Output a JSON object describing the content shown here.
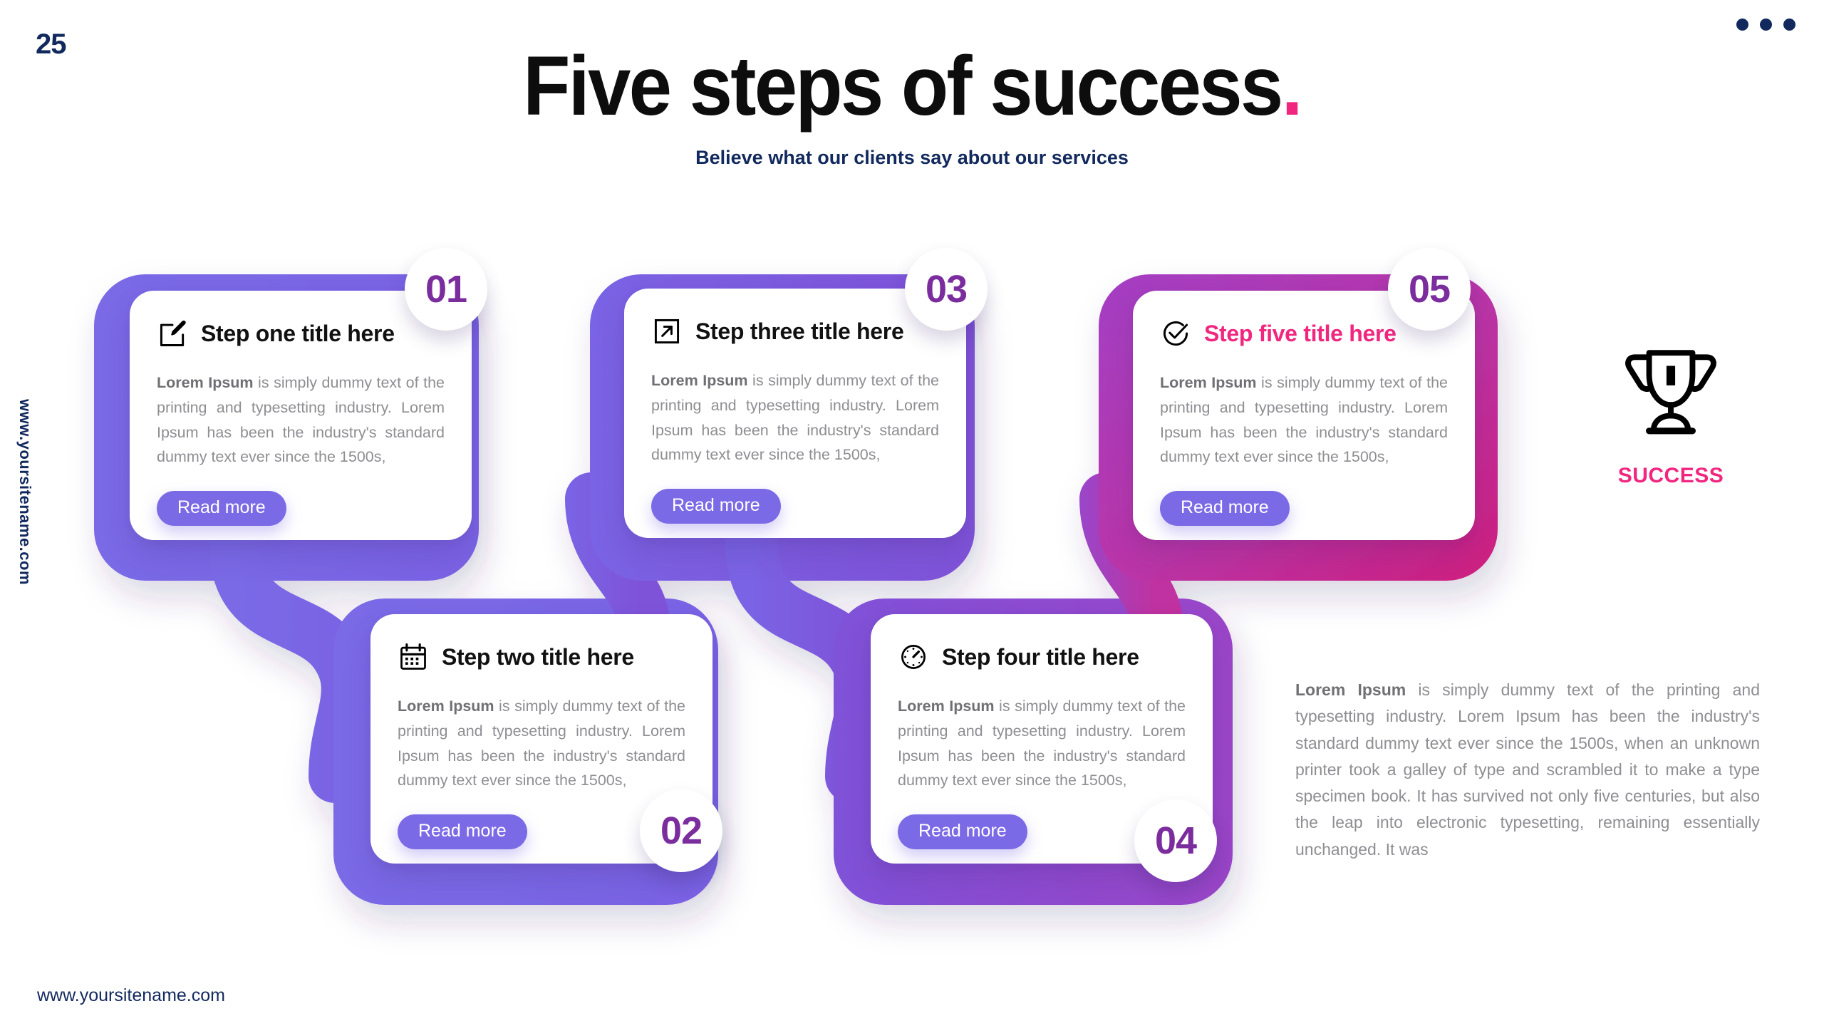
{
  "slide": {
    "page_number": "25",
    "title": "Five steps of success",
    "title_accent": ".",
    "subtitle": "Believe what our clients say about our services",
    "vertical_url": "www.yoursitename.com",
    "footer_url": "www.yoursitename.com",
    "accent_pink": "#f0267f",
    "accent_purple": "#7a6ae6",
    "badge_purple": "#7b2d9e",
    "navy": "#12295e"
  },
  "steps": [
    {
      "number": "01",
      "icon": "edit-square-icon",
      "title": "Step one title here",
      "body_lead": "Lorem Ipsum",
      "body": " is simply dummy text of the printing and typesetting industry. Lorem Ipsum has been the industry's standard dummy text ever since the 1500s,",
      "button": "Read more",
      "title_color": "#111111"
    },
    {
      "number": "02",
      "icon": "calendar-icon",
      "title": "Step two title here",
      "body_lead": "Lorem Ipsum",
      "body": " is simply dummy text of the printing and typesetting industry. Lorem Ipsum has been the industry's standard dummy text ever since the 1500s,",
      "button": "Read more",
      "title_color": "#111111"
    },
    {
      "number": "03",
      "icon": "arrow-up-right-square-icon",
      "title": "Step three title here",
      "body_lead": "Lorem Ipsum",
      "body": " is simply dummy text of the printing and typesetting industry. Lorem Ipsum has been the industry's standard dummy text ever since the 1500s,",
      "button": "Read more",
      "title_color": "#111111"
    },
    {
      "number": "04",
      "icon": "stopwatch-icon",
      "title": "Step four title here",
      "body_lead": "Lorem Ipsum",
      "body": " is simply dummy text of the printing and typesetting industry. Lorem Ipsum has been the industry's standard dummy text ever since the 1500s,",
      "button": "Read more",
      "title_color": "#111111"
    },
    {
      "number": "05",
      "icon": "check-circle-icon",
      "title": "Step five title here",
      "body_lead": "Lorem Ipsum",
      "body": " is simply dummy text of the printing and typesetting industry. Lorem Ipsum has been the industry's standard dummy text ever since the 1500s,",
      "button": "Read more",
      "title_color": "#f0267f"
    }
  ],
  "success": {
    "icon": "trophy-icon",
    "label": "SUCCESS"
  },
  "side_paragraph": {
    "lead": "Lorem Ipsum",
    "text": " is simply dummy text of the printing and typesetting industry. Lorem Ipsum has been the industry's standard dummy text ever since the 1500s, when an unknown printer took a galley of type and scrambled it to make a type specimen book. It has survived not only five centuries, but also the leap into electronic typesetting, remaining essentially unchanged. It was"
  }
}
